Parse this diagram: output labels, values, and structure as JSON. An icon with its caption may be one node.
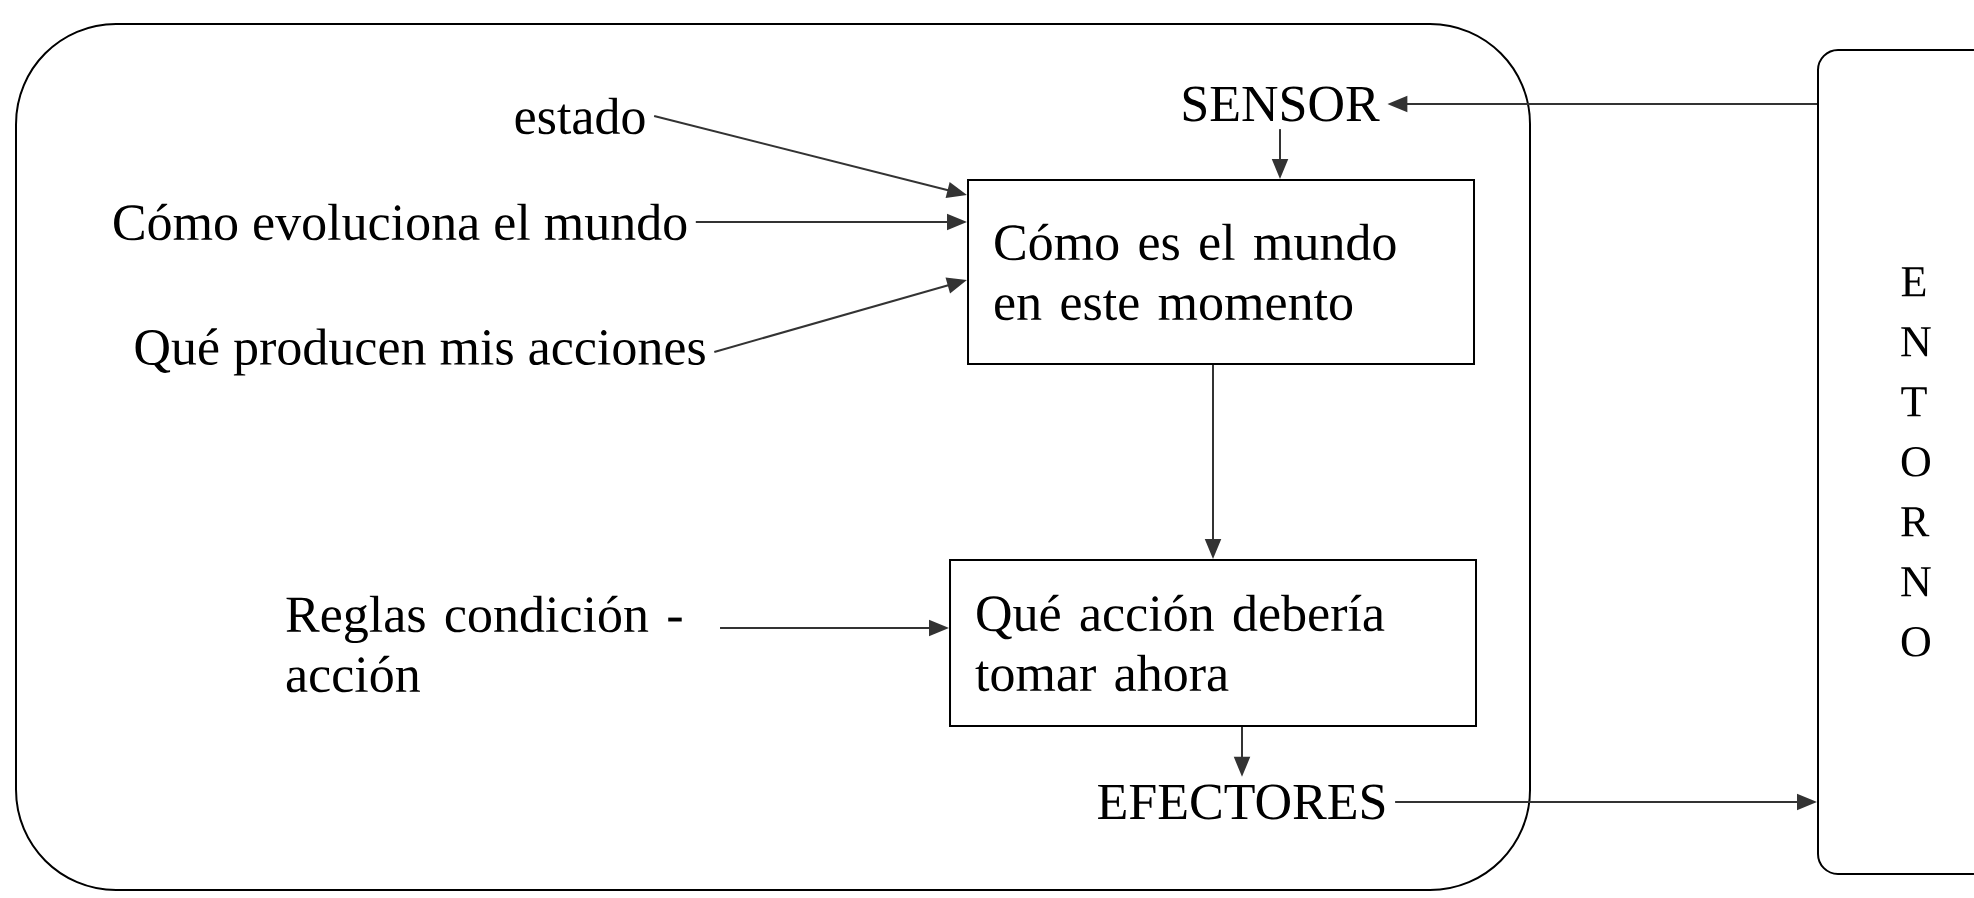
{
  "diagram": {
    "nodes": [
      {
        "text": [],
        "shape": "box"
      },
      {
        "text": [
          "estado"
        ],
        "in": 0
      },
      {
        "text": [
          "Cómo evoluciona el mundo"
        ],
        "in": 0
      },
      {
        "text": [
          "Qué producen mis acciones"
        ],
        "in": 0
      },
      {
        "text": [
          "SENSOR"
        ],
        "in": 0
      },
      {
        "text": [
          "Cómo es el mundo en este momento"
        ],
        "in": 0
      },
      {
        "text": [
          "Reglas condición - acción"
        ],
        "in": 0
      },
      {
        "text": [
          "Qué acción debería tomar ahora"
        ],
        "in": 0
      },
      {
        "text": [
          "EFECTORES"
        ],
        "in": 0
      },
      {
        "text": [
          "E N T O R N O"
        ]
      }
    ],
    "edges": [
      {
        "from": 1,
        "to": 5,
        "arrow": "to"
      },
      {
        "from": 2,
        "to": 5,
        "arrow": "to"
      },
      {
        "from": 3,
        "to": 5,
        "arrow": "to"
      },
      {
        "from": 4,
        "to": 5,
        "arrow": "to"
      },
      {
        "from": 5,
        "to": 7,
        "arrow": "to"
      },
      {
        "from": 6,
        "to": 7,
        "arrow": "to"
      },
      {
        "from": 7,
        "to": 8,
        "arrow": "to"
      },
      {
        "from": 9,
        "to": 4,
        "arrow": "to"
      },
      {
        "from": 8,
        "to": 9,
        "arrow": "to"
      }
    ]
  }
}
